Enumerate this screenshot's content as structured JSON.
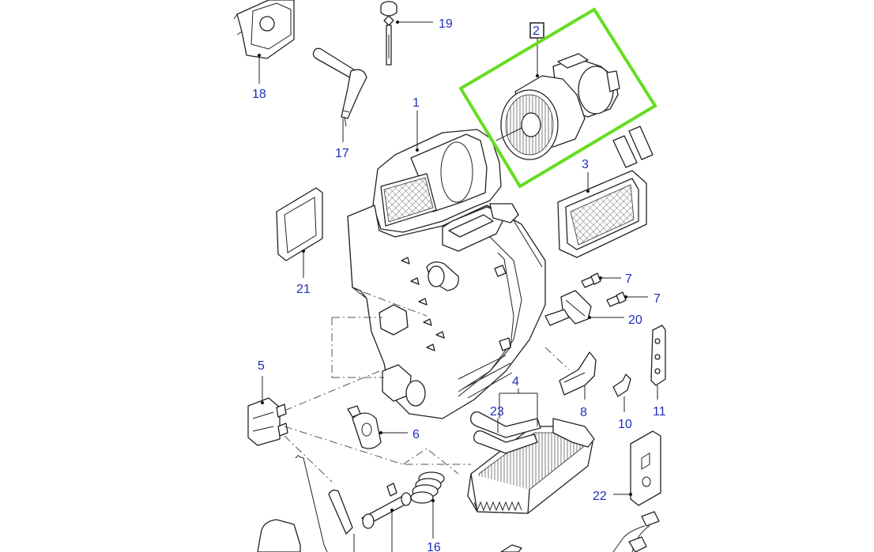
{
  "diagram": {
    "highlight_color": "#66dd22",
    "callout_color": "#1f2fb8",
    "highlighted_part": "2",
    "callouts": {
      "c1": "1",
      "c2": "2",
      "c3": "3",
      "c4": "4",
      "c5": "5",
      "c6": "6",
      "c7a": "7",
      "c7b": "7",
      "c8": "8",
      "c10": "10",
      "c11": "11",
      "c16": "16",
      "c17": "17",
      "c18": "18",
      "c19": "19",
      "c20": "20",
      "c21": "21",
      "c22": "22",
      "c23": "23"
    }
  }
}
